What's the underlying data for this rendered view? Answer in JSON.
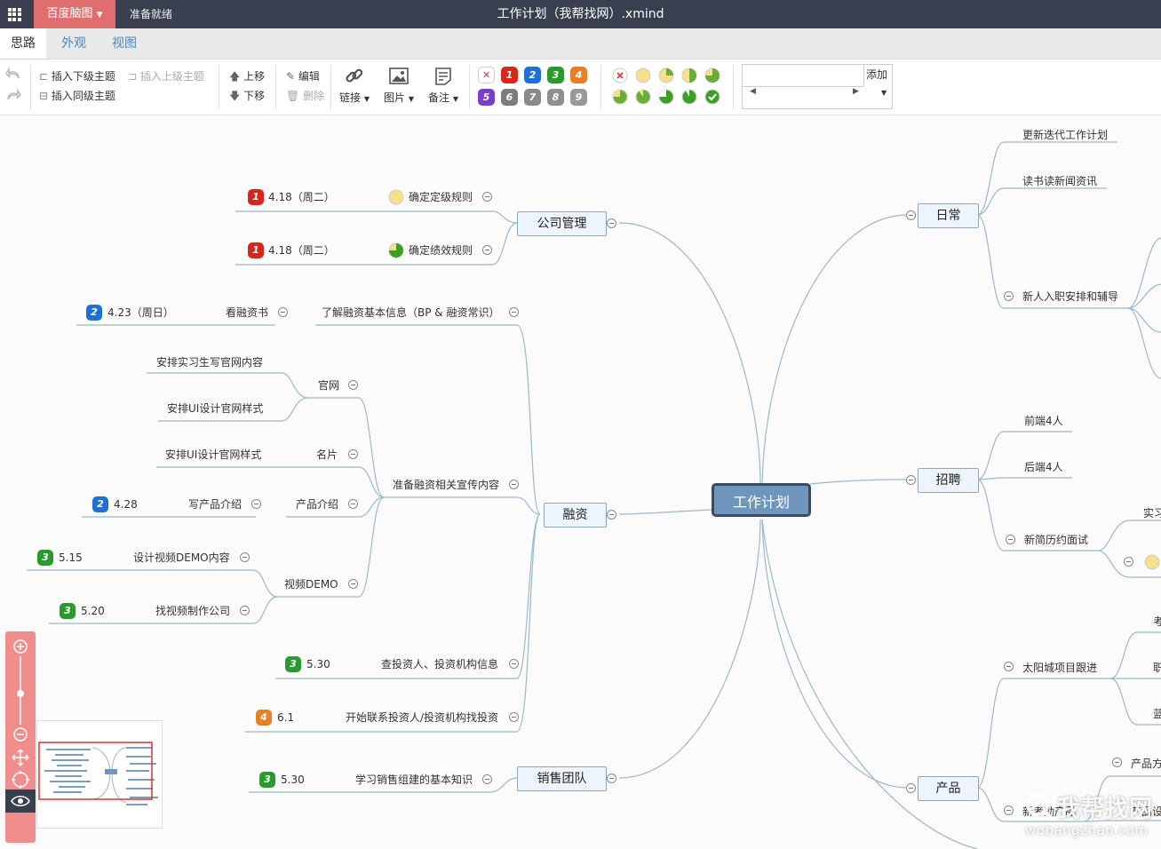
{
  "titlebar": {
    "brand": "百度脑图",
    "status": "准备就绪",
    "doc_title": "工作计划（我帮找网）.xmind"
  },
  "tabs": [
    {
      "label": "思路"
    },
    {
      "label": "外观"
    },
    {
      "label": "视图"
    }
  ],
  "toolbar": {
    "insert_child": "插入下级主题",
    "insert_parent": "插入上级主题",
    "insert_sibling": "插入同级主题",
    "move_up": "上移",
    "move_down": "下移",
    "edit": "编辑",
    "delete": "删除",
    "link": "链接",
    "image": "图片",
    "note": "备注",
    "priorities": [
      "1",
      "2",
      "3",
      "4",
      "5",
      "6",
      "7",
      "8",
      "9"
    ],
    "add_label": "添加"
  },
  "colors": {
    "p1": "#d9261c",
    "p2": "#1e6fd6",
    "p3": "#2a9a2e",
    "p4": "#e87f24",
    "p5": "#7a3fc9",
    "p6": "#7d7d7d",
    "p7": "#8a8a8a",
    "p8": "#8f8f8f",
    "p9": "#999999",
    "accent": "#e06e6e"
  },
  "mindmap": {
    "root": "工作计划",
    "branches": {
      "gongsi": "公司管理",
      "richang": "日常",
      "zhaopin": "招聘",
      "rongzi": "融资",
      "xiaoshou": "销售团队",
      "chanpin": "产品"
    },
    "gongsi_children": [
      {
        "date": "4.18（周二）",
        "label": "确定定级规则"
      },
      {
        "date": "4.18（周二）",
        "label": "确定绩效规则"
      }
    ],
    "rongzi_children": {
      "c1": "了解融资基本信息（BP & 融资常识）",
      "c1a": "看融资书",
      "c1a_date": "4.23（周日）",
      "c2": "准备融资相关宣传内容",
      "guanwang": "官网",
      "gw1": "安排实习生写官网内容",
      "gw2": "安排UI设计官网样式",
      "mingpian": "名片",
      "mp1": "安排UI设计官网样式",
      "chanpinjieshao": "产品介绍",
      "cp1": "写产品介绍",
      "cp1_date": "4.28",
      "video": "视频DEMO",
      "v1": "设计视频DEMO内容",
      "v1_date": "5.15",
      "v2": "找视频制作公司",
      "v2_date": "5.20",
      "c3": "查投资人、投资机构信息",
      "c3_date": "5.30",
      "c4": "开始联系投资人/投资机构找投资",
      "c4_date": "6.1"
    },
    "xiaoshou_children": {
      "label": "学习销售组建的基本知识",
      "date": "5.30"
    },
    "richang_children": [
      "更新迭代工作计划",
      "读书读新闻资讯",
      "新人入职安排和辅导"
    ],
    "zhaopin_children": [
      "前端4人",
      "后端4人",
      "新简历约面试",
      "实习"
    ],
    "chanpin_children": [
      "太阳城项目跟进",
      "新考勤产品",
      "产品方",
      "产品设",
      "考",
      "职",
      "蓝"
    ]
  },
  "watermark": {
    "cn": "我帮找网",
    "en": "wobangzhao.com"
  }
}
